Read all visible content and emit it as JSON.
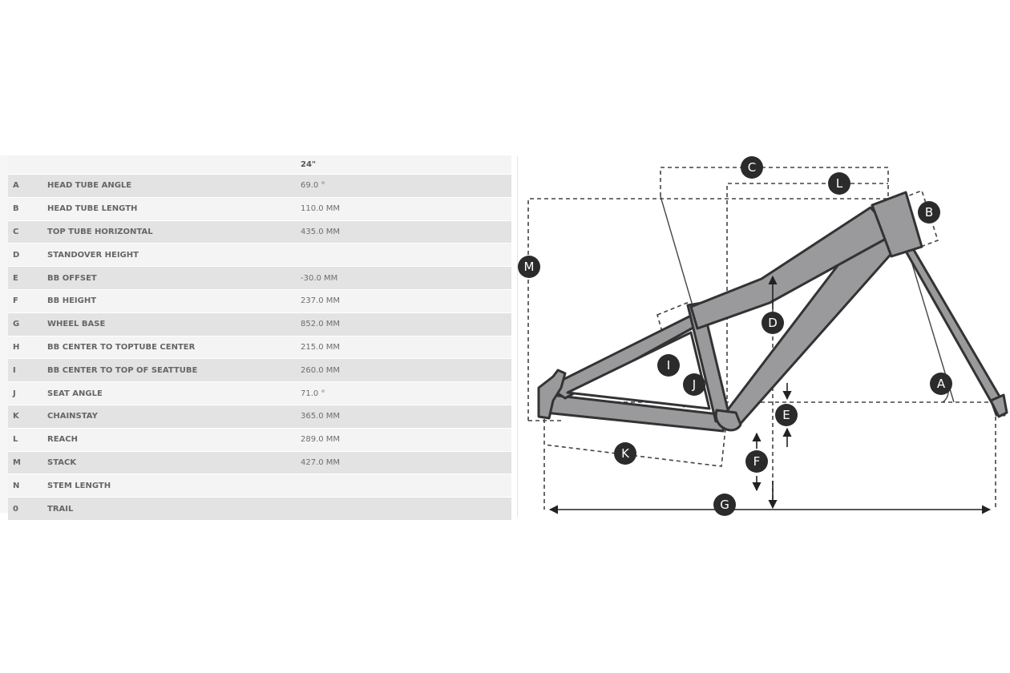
{
  "table": {
    "size_header": "24\"",
    "rows": [
      {
        "code": "A",
        "name": "HEAD TUBE ANGLE",
        "value": "69.0 °"
      },
      {
        "code": "B",
        "name": "HEAD TUBE LENGTH",
        "value": "110.0 MM"
      },
      {
        "code": "C",
        "name": "TOP TUBE HORIZONTAL",
        "value": "435.0 MM"
      },
      {
        "code": "D",
        "name": "STANDOVER HEIGHT",
        "value": ""
      },
      {
        "code": "E",
        "name": "BB OFFSET",
        "value": "-30.0 MM"
      },
      {
        "code": "F",
        "name": "BB HEIGHT",
        "value": "237.0 MM"
      },
      {
        "code": "G",
        "name": "WHEEL BASE",
        "value": "852.0 MM"
      },
      {
        "code": "H",
        "name": "BB CENTER TO TOPTUBE CENTER",
        "value": "215.0 MM"
      },
      {
        "code": "I",
        "name": "BB CENTER TO TOP OF SEATTUBE",
        "value": "260.0 MM"
      },
      {
        "code": "J",
        "name": "SEAT ANGLE",
        "value": "71.0 °"
      },
      {
        "code": "K",
        "name": "CHAINSTAY",
        "value": "365.0 MM"
      },
      {
        "code": "L",
        "name": "REACH",
        "value": "289.0 MM"
      },
      {
        "code": "M",
        "name": "STACK",
        "value": "427.0 MM"
      },
      {
        "code": "N",
        "name": "STEM LENGTH",
        "value": ""
      },
      {
        "code": "0",
        "name": "TRAIL",
        "value": ""
      }
    ]
  },
  "diagram": {
    "frame_color": "#9a9a9c",
    "outline_color": "#333333",
    "marker_color": "#2b2b2b",
    "markers": [
      "C",
      "L",
      "B",
      "M",
      "D",
      "I",
      "J",
      "A",
      "E",
      "K",
      "F",
      "G"
    ]
  }
}
